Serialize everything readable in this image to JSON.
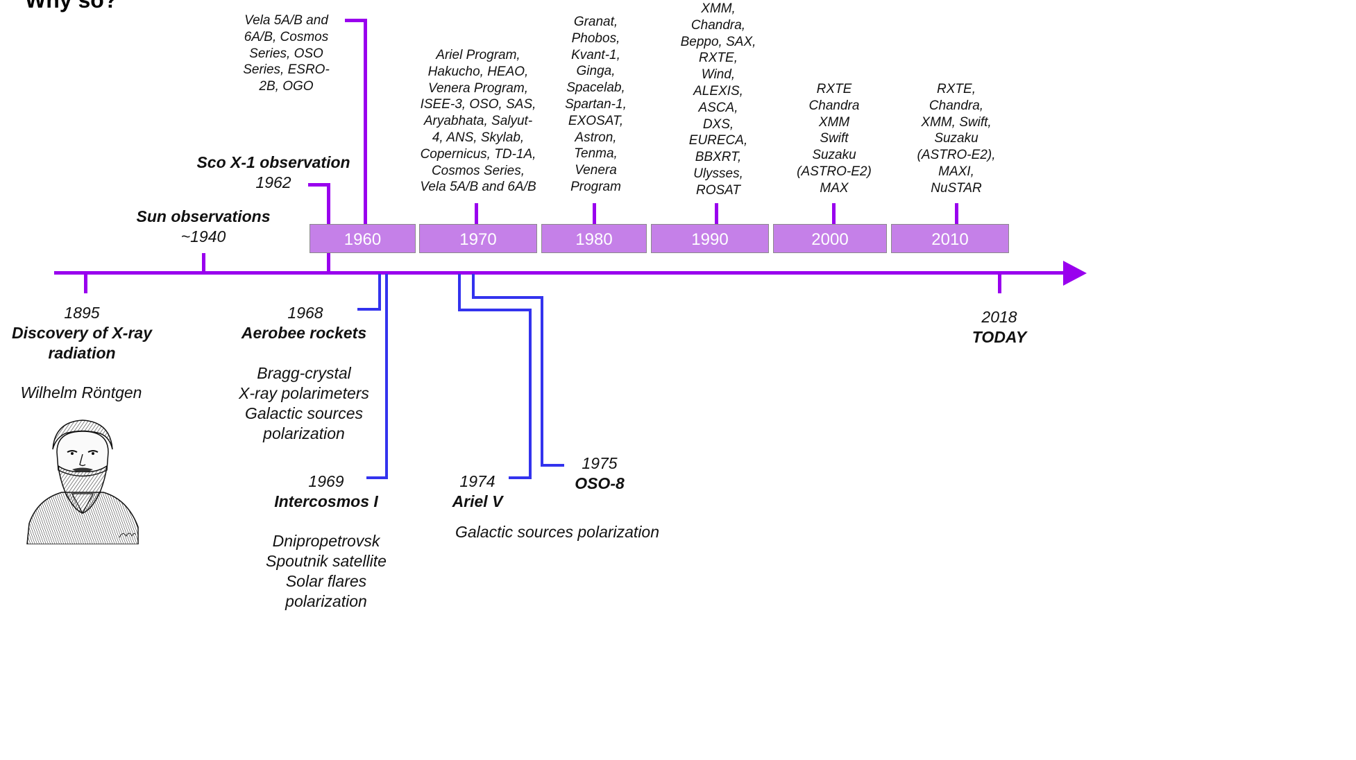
{
  "title": "Why so?",
  "colors": {
    "timeline": "#9900ee",
    "branch": "#3333ee",
    "decade_fill": "#c580e8"
  },
  "decades": [
    "1960",
    "1970",
    "1980",
    "1990",
    "2000",
    "2010"
  ],
  "decade_missions": {
    "d1960": [
      "Vela 5A/B and",
      "6A/B, Cosmos",
      "Series, OSO",
      "Series, ESRO-",
      "2B, OGO"
    ],
    "d1970": [
      "Ariel Program,",
      "Hakucho, HEAO,",
      "Venera Program,",
      "ISEE-3, OSO, SAS,",
      "Aryabhata, Salyut-",
      "4, ANS, Skylab,",
      "Copernicus, TD-1A,",
      "Cosmos Series,",
      "Vela 5A/B and 6A/B"
    ],
    "d1980": [
      "Granat,",
      "Phobos,",
      "Kvant-1,",
      "Ginga,",
      "Spacelab,",
      "Spartan-1,",
      "EXOSAT,",
      "Astron,",
      "Tenma,",
      "Venera",
      "Program"
    ],
    "d1990": [
      "XMM,",
      "Chandra,",
      "Beppo, SAX,",
      "RXTE,",
      "Wind,",
      "ALEXIS,",
      "ASCA,",
      "DXS,",
      "EURECA,",
      "BBXRT,",
      "Ulysses,",
      "ROSAT"
    ],
    "d2000": [
      "RXTE",
      "Chandra",
      "XMM",
      "Swift",
      "Suzaku",
      "(ASTRO-E2)",
      "MAX"
    ],
    "d2010": [
      "RXTE,",
      "Chandra,",
      "XMM, Swift,",
      "Suzaku",
      "(ASTRO-E2),",
      "MAXI,",
      "NuSTAR"
    ]
  },
  "events": {
    "sco": {
      "title": "Sco X-1 observation",
      "year": "1962"
    },
    "sun": {
      "title": "Sun observations",
      "year": "~1940"
    },
    "xray": {
      "year": "1895",
      "title": [
        "Discovery of X-ray",
        "radiation"
      ],
      "person": "Wilhelm Röntgen"
    },
    "aerobee": {
      "year": "1968",
      "title": "Aerobee rockets",
      "details": [
        "Bragg-crystal",
        "X-ray polarimeters",
        "Galactic sources",
        "polarization"
      ]
    },
    "intercosmos": {
      "year": "1969",
      "title": "Intercosmos I",
      "details": [
        "Dnipropetrovsk",
        "Spoutnik satellite",
        "Solar flares",
        "polarization"
      ]
    },
    "ariel": {
      "year": "1974",
      "title": "Ariel V",
      "details": "Galactic sources polarization"
    },
    "oso": {
      "year": "1975",
      "title": "OSO-8"
    },
    "today": {
      "year": "2018",
      "title": "TODAY"
    }
  }
}
